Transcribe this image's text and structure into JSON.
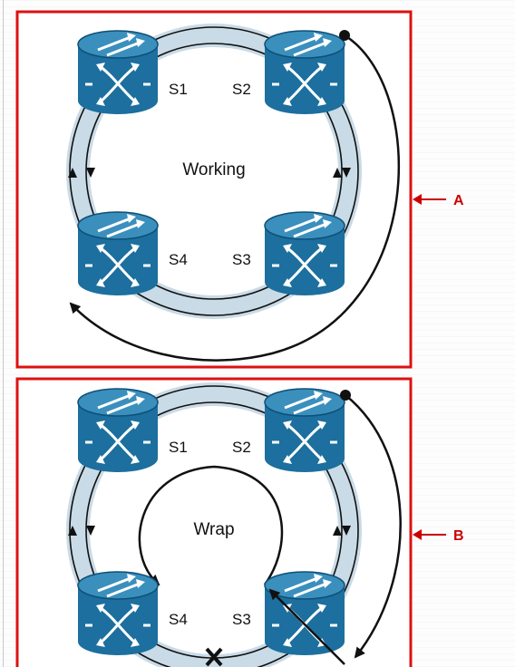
{
  "panels": [
    {
      "id": "A",
      "center_label": "Working",
      "tag": "A",
      "switches": [
        {
          "name": "S1"
        },
        {
          "name": "S2"
        },
        {
          "name": "S3"
        },
        {
          "name": "S4"
        }
      ]
    },
    {
      "id": "B",
      "center_label": "Wrap",
      "tag": "B",
      "switches": [
        {
          "name": "S1"
        },
        {
          "name": "S2"
        },
        {
          "name": "S3"
        },
        {
          "name": "S4"
        }
      ]
    }
  ],
  "colors": {
    "frame": "#dd1111",
    "tag": "#cc0000",
    "ring": "#c9dbe6",
    "switch_body": "#1c6f9e",
    "switch_dark": "#0f4f76"
  },
  "icons": {
    "switch": "optical-switch-icon",
    "break": "fiber-cut-icon"
  }
}
